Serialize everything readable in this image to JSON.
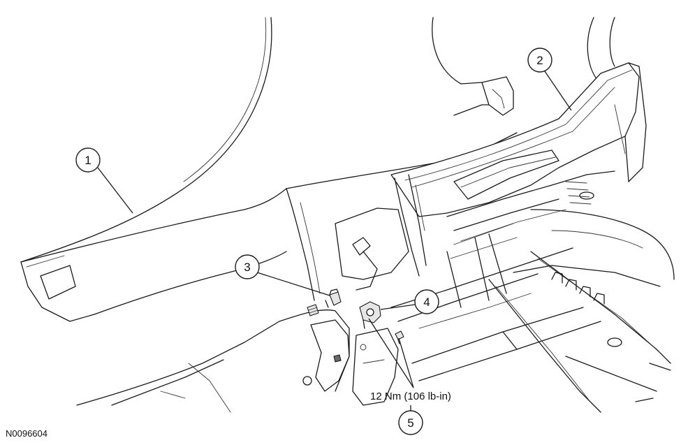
{
  "callouts": [
    {
      "id": "1",
      "label": "1"
    },
    {
      "id": "2",
      "label": "2"
    },
    {
      "id": "3",
      "label": "3"
    },
    {
      "id": "4",
      "label": "4"
    },
    {
      "id": "5",
      "label": "5"
    }
  ],
  "torque_spec": "12 Nm (106 lb-in)",
  "figure_id": "N0096604"
}
